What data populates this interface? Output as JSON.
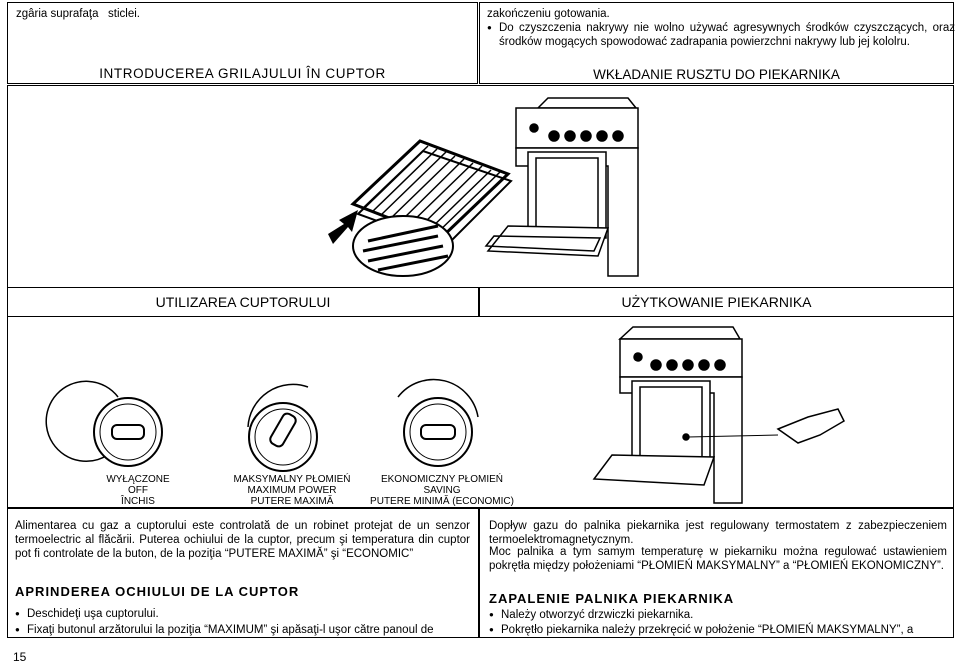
{
  "top_left": {
    "text": "zgâria suprafaţa   sticlei.",
    "heading": "INTRODUCEREA GRILAJULUI ÎN CUPTOR"
  },
  "top_right": {
    "line1": "zakończeniu gotowania.",
    "bullet": "Do czyszczenia nakrywy nie wolno używać agresywnych środków czyszczących, oraz środków mogących spowodować zadrapania powierzchni nakrywy lub jej kololru.",
    "heading": "WKŁADANIE RUSZTU DO PIEKARNIKA"
  },
  "section_headers": {
    "left": "UTILIZAREA CUPTORULUI",
    "right": "UŻYTKOWANIE PIEKARNIKA"
  },
  "knob_labels": {
    "off": [
      "WYŁĄCZONE",
      "OFF",
      "ÎNCHIS"
    ],
    "max": [
      "MAKSYMALNY PŁOMIEŃ",
      "MAXIMUM POWER",
      "PUTERE MAXIMĂ"
    ],
    "eco": [
      "EKONOMICZNY PŁOMIEŃ",
      "SAVING",
      "PUTERE MINIMĂ (ECONOMIC)"
    ]
  },
  "bottom_left": {
    "para": "Alimentarea cu gaz a cuptorului este controlată de un robinet protejat de un senzor termoelectric al flăcării. Puterea ochiului de la cuptor, precum şi temperatura din cuptor pot fi controlate de la buton, de la poziţia “PUTERE MAXIMĂ” şi “ECONOMIC”",
    "heading": "APRINDEREA OCHIULUI DE LA CUPTOR",
    "bullets": [
      "Deschideţi uşa cuptorului.",
      "Fixaţi butonul arzătorului la poziţia “MAXIMUM” şi apăsaţi-l uşor către panoul de"
    ]
  },
  "bottom_right": {
    "para1": "Dopływ gazu do palnika piekarnika jest regulowany termostatem z zabezpieczeniem termoelektromagnetycznym.",
    "para2": "Moc palnika a tym samym temperaturę w piekarniku można regulować ustawieniem pokrętła między położeniami “PŁOMIEŃ MAKSYMALNY” a “PŁOMIEŃ EKONOMICZNY”.",
    "heading": "ZAPALENIE PALNIKA PIEKARNIKA",
    "bullets": [
      "Należy otworzyć drzwiczki piekarnika.",
      "Pokrętło piekarnika należy przekręcić w położenie “PŁOMIEŃ MAKSYMALNY”, a"
    ]
  },
  "page_number": "15"
}
